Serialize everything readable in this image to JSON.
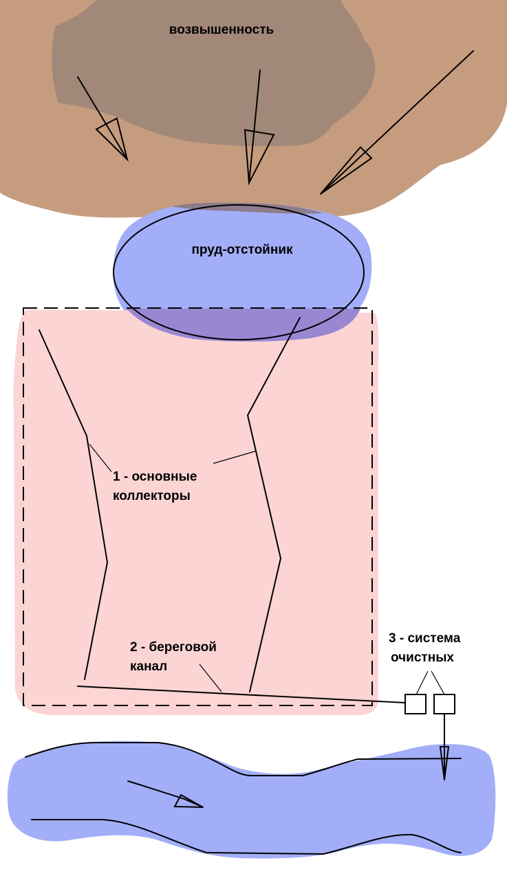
{
  "labels": {
    "upland": "возвышенность",
    "pond": "пруд-отстойник",
    "collectors_line1": "1 - основные",
    "collectors_line2": "коллекторы",
    "canal_line1": "2 - береговой",
    "canal_line2": "канал",
    "treatment_line1": "3 - система",
    "treatment_line2": "очистных"
  },
  "colors": {
    "upland_light": "#C69C7F",
    "upland_dark": "#A18878",
    "water": "#A2AEF8",
    "water_overlap": "#9A87D2",
    "zone": "#FCD4D4",
    "lines": "#000000"
  }
}
